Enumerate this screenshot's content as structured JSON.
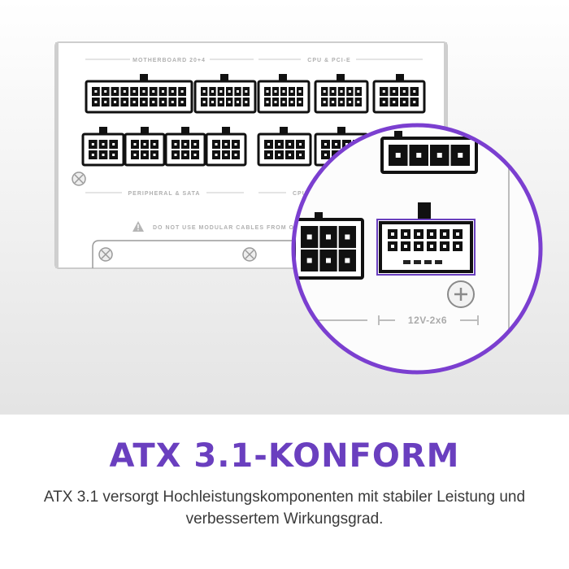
{
  "colors": {
    "accent": "#6a3fbf",
    "text": "#3a3a3a",
    "panel": "#ffffff",
    "background": "#e9e9e9"
  },
  "panel_labels": {
    "motherboard": "MOTHERBOARD 20+4",
    "cpu_pcie": "CPU & PCI-E",
    "peripheral_sata": "PERIPHERAL & SATA",
    "cpu_partial": "CPU",
    "warning": "DO NOT USE MODULAR CABLES FROM OT"
  },
  "zoom_label": "12V-2x6",
  "headline": "ATX 3.1-KONFORM",
  "description": "ATX 3.1 versorgt Hochleistungskomponenten mit stabiler Leistung und verbessertem Wirkungsgrad.",
  "icons": [
    "warning-icon",
    "screw-icon"
  ]
}
